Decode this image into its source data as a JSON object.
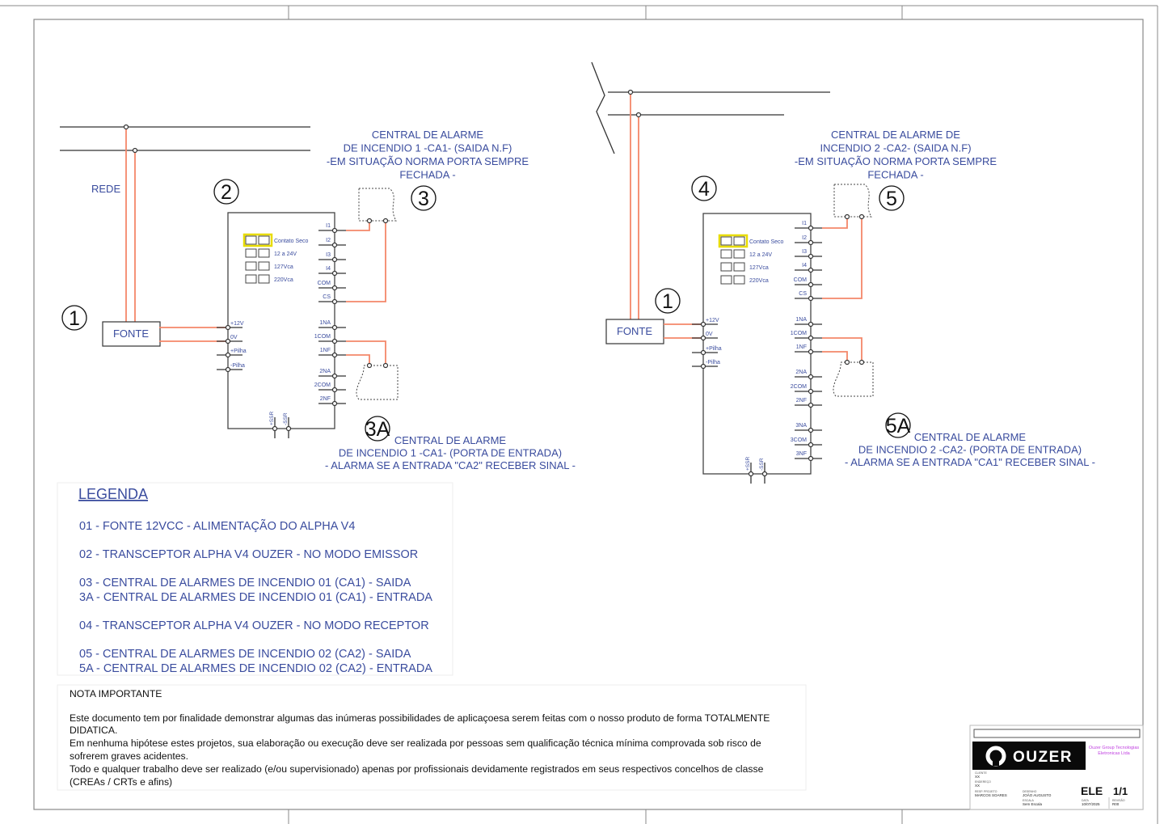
{
  "colors": {
    "wire": "#f4876a",
    "text": "#3a4c9e",
    "selector_active": "#f2ea1a",
    "company": "#c040e0"
  },
  "left": {
    "network_label": "REDE",
    "fonte_label": "FONTE",
    "marker_fonte": "1",
    "marker_module": "2",
    "marker_out": "3",
    "marker_in": "3A",
    "out_title": [
      "CENTRAL DE ALARME",
      "DE INCENDIO 1 -CA1- (SAIDA N.F)",
      "-EM SITUAÇÃO NORMA PORTA SEMPRE",
      "FECHADA -"
    ],
    "in_title": [
      "CENTRAL DE ALARME",
      "DE INCENDIO 1 -CA1- (PORTA DE ENTRADA)",
      "- ALARMA SE A ENTRADA \"CA2\" RECEBER SINAL -"
    ]
  },
  "right": {
    "fonte_label": "FONTE",
    "marker_fonte": "1",
    "marker_module": "4",
    "marker_out": "5",
    "marker_in": "5A",
    "out_title": [
      "CENTRAL DE ALARME DE",
      "INCENDIO 2 -CA2- (SAIDA N.F)",
      "-EM SITUAÇÃO NORMA PORTA SEMPRE",
      "FECHADA -"
    ],
    "in_title": [
      "CENTRAL DE ALARME",
      "DE INCENDIO 2 -CA2- (PORTA DE ENTRADA)",
      "- ALARMA SE A ENTRADA \"CA1\" RECEBER SINAL -"
    ]
  },
  "module": {
    "selector": [
      "Contato Seco",
      "12 a 24V",
      "127Vca",
      "220Vca"
    ],
    "selected": "Contato Seco",
    "left_terminals": [
      "+12V",
      "0V",
      "+Pilha",
      "-Pilha"
    ],
    "bottom_terminals": [
      "+SSR",
      "-SSR"
    ],
    "right_terminals_emitter": [
      "I1",
      "I2",
      "I3",
      "I4",
      "COM",
      "CS",
      "1NA",
      "1COM",
      "1NF",
      "2NA",
      "2COM",
      "2NF"
    ],
    "right_terminals_receiver": [
      "I1",
      "I2",
      "I3",
      "I4",
      "COM",
      "CS",
      "1NA",
      "1COM",
      "1NF",
      "2NA",
      "2COM",
      "2NF",
      "3NA",
      "3COM",
      "3NF"
    ]
  },
  "legend": {
    "title": "LEGENDA",
    "items": [
      "01 - FONTE 12VCC - ALIMENTAÇÃO DO ALPHA V4",
      "02 - TRANSCEPTOR ALPHA V4 OUZER - NO MODO EMISSOR",
      "03 - CENTRAL DE ALARMES DE INCENDIO 01 (CA1) - SAIDA",
      "3A - CENTRAL DE ALARMES DE INCENDIO 01 (CA1) - ENTRADA",
      "04 - TRANSCEPTOR ALPHA V4 OUZER - NO MODO RECEPTOR",
      "05 - CENTRAL DE ALARMES DE INCENDIO 02 (CA2) - SAIDA",
      "5A - CENTRAL DE ALARMES DE INCENDIO 02 (CA2) - ENTRADA"
    ]
  },
  "note": {
    "title": "NOTA IMPORTANTE",
    "lines": [
      "Este documento tem por finalidade demonstrar algumas das inúmeras possibilidades de aplicaçoesa serem feitas com o nosso produto de forma TOTALMENTE",
      "DIDATICA.",
      "Em nenhuma hipótese estes projetos, sua elaboração ou execução deve ser realizada por pessoas sem qualificação técnica mínima comprovada sob risco de",
      "sofrerem graves acidentes.",
      "Todo e qualquer trabalho deve ser realizado (e/ou supervisionado) apenas por profissionais devidamente registrados em seus respectivos concelhos de classe",
      "(CREAs / CRTs e afins)"
    ]
  },
  "title_block": {
    "logo": "OUZER",
    "company": [
      "Ouzer Group Tecnologias",
      "Eletronicas Ltda"
    ],
    "discipline": "ELE",
    "sheet": "1/1",
    "fields": [
      {
        "label": "CLIENTE",
        "value": "XX"
      },
      {
        "label": "ENDEREÇO",
        "value": "XX"
      },
      {
        "label": "RESP. PROJETO",
        "value": "MARCOS SOARES"
      },
      {
        "label": "DESENHO",
        "value": "JOÃO AUGUSTO"
      },
      {
        "label": "ESCALA",
        "value": "Sem Escala"
      },
      {
        "label": "DATA",
        "value": "10/07/2025"
      },
      {
        "label": "REVISÃO",
        "value": "R00"
      }
    ]
  }
}
